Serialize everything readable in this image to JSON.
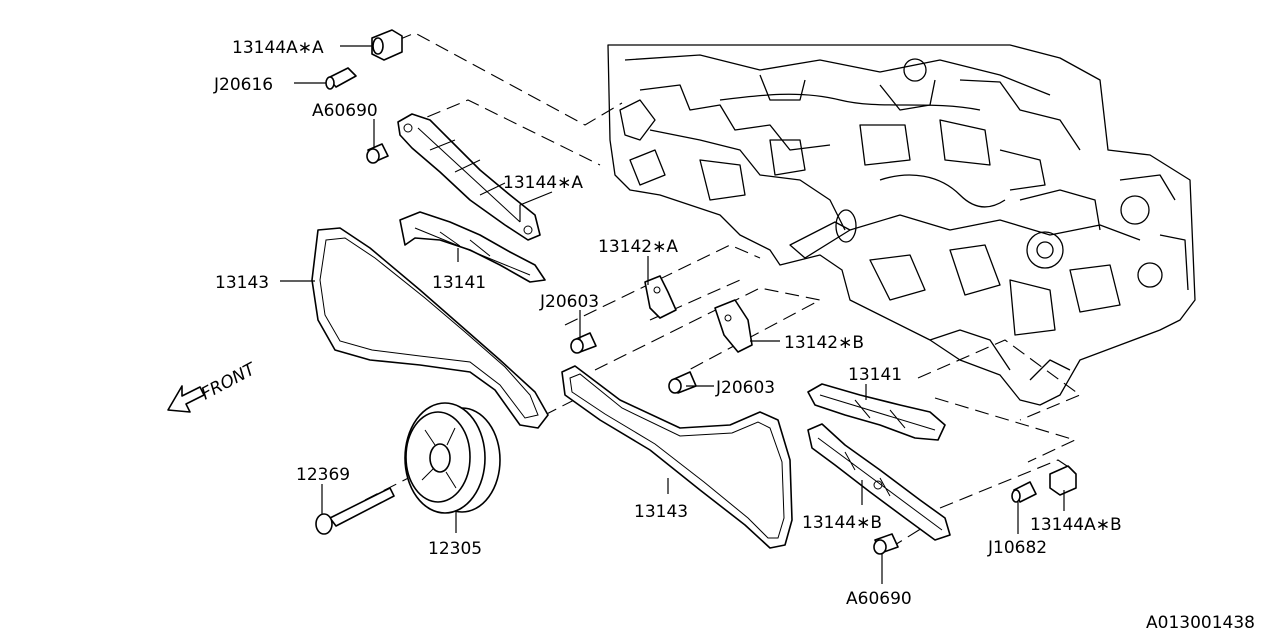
{
  "labels": {
    "p13144A_A": "13144A∗A",
    "pJ20616": "J20616",
    "pA60690_top": "A60690",
    "p13144_A": "13144∗A",
    "p13141_left": "13141",
    "p13143_left": "13143",
    "p13142_A": "13142∗A",
    "pJ20603_left": "J20603",
    "p13142_B": "13142∗B",
    "pJ20603_right": "J20603",
    "p13141_right": "13141",
    "front": "FRONT",
    "p12369": "12369",
    "p12305": "12305",
    "p13143_right": "13143",
    "p13144_B": "13144∗B",
    "p13144A_B": "13144A∗B",
    "pJ10682": "J10682",
    "pA60690_bottom": "A60690",
    "diagram_code": "A013001438"
  }
}
